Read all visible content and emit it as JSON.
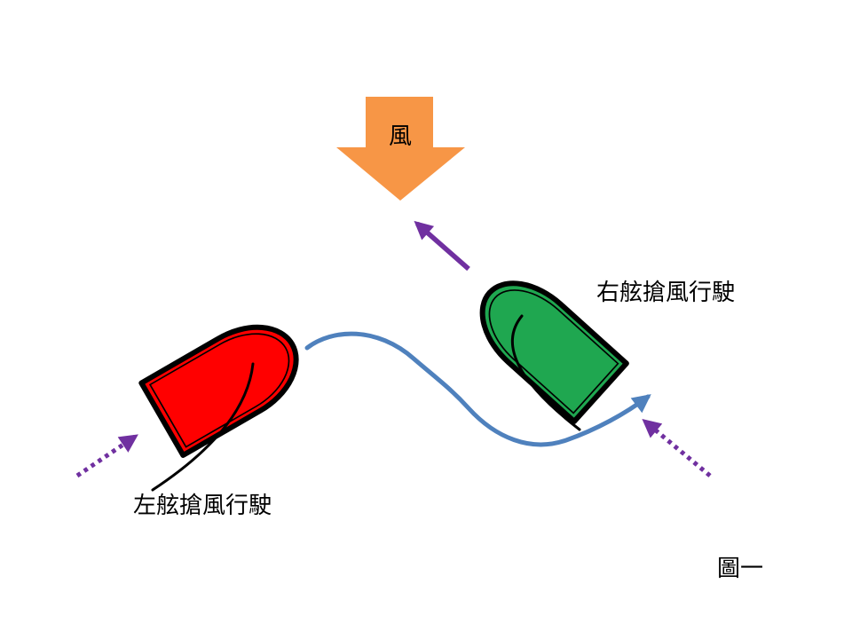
{
  "figure": {
    "wind_label": "風",
    "port_tack_label": "左舷搶風行駛",
    "starboard_tack_label": "右舷搶風行駛",
    "caption": "圖一"
  },
  "colors": {
    "orange": "#F79646",
    "purple": "#7030A0",
    "blue": "#4F81BD",
    "red": "#FF0000",
    "green": "#1FA750",
    "outline": "#000000"
  }
}
